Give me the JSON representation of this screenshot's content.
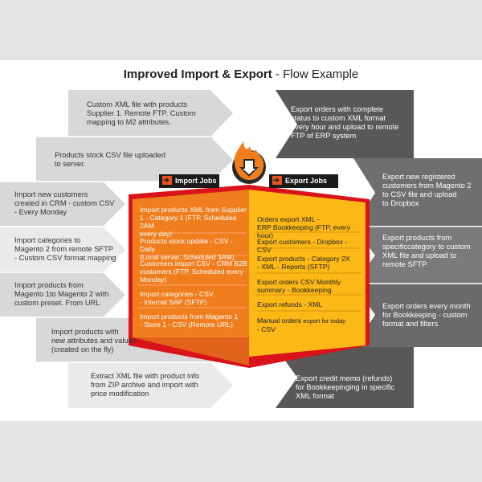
{
  "title": {
    "bold": "Improved Import & Export",
    "rest": " - Flow Example"
  },
  "labels": {
    "import_jobs": "Import Jobs",
    "export_jobs": "Export Jobs"
  },
  "colors": {
    "orange": "#f07e1e",
    "yellow": "#fbb816",
    "red": "#d8131a",
    "dark_gray": "#5c5c5c",
    "light_gray": "#d8d8d8"
  },
  "icons": {
    "logo": "flame-icon",
    "import": "arrow-in-icon",
    "export": "arrow-out-icon"
  },
  "left_items": [
    {
      "lines": [
        "Custom XML file with products",
        "Supplier 1. Remote FTP. Custom",
        "mapping to M2 attributes."
      ]
    },
    {
      "lines": [
        "Products stock CSV file uploaded",
        "to server."
      ]
    },
    {
      "lines": [
        "Import new customers",
        "created in CRM - custom CSV",
        "- Every Monday"
      ]
    },
    {
      "lines": [
        "Import categories to",
        "Magento 2 from remote SFTP",
        "- Custom CSV format mapping"
      ]
    },
    {
      "lines": [
        "Import products from",
        "Magento 1to Magento 2 with",
        "custom preset. From URL"
      ]
    },
    {
      "lines": [
        "Import products with",
        "new attributes and values",
        "(created on the fly)"
      ]
    },
    {
      "lines": [
        "Extract XML file with product info",
        "from ZIP archive and import with",
        "price modification"
      ]
    }
  ],
  "right_items": [
    {
      "lines": [
        "Export orders with complete",
        "status to custom XML format",
        "every hour and upload to remote",
        "FTP of ERP system"
      ]
    },
    {
      "lines": [
        "Export new registered",
        "customers from Magento 2",
        "to CSV file and upload",
        "to Dropbox"
      ]
    },
    {
      "lines": [
        "Export products from",
        "specificcategory to custom",
        "XML file and upload to",
        "remote SFTP"
      ]
    },
    {
      "lines": [
        "Export orders every month",
        "for Bookkeeping - custom",
        "format and filters"
      ]
    },
    {
      "lines": [
        "Export credit memo (refunds)",
        "for Bookkeepinging in specific",
        "XML format"
      ]
    }
  ],
  "import_jobs": [
    {
      "lines": [
        "Import products XML from Supplier",
        "1 - Category 1 (FTP, Scheduled 2AM",
        "every day)"
      ]
    },
    {
      "lines": [
        "Products stock update - CSV - Daily",
        "(Local server, Scheduled 3AM)"
      ]
    },
    {
      "lines": [
        "Customers import CSV - CRM B2B",
        "customers (FTP, Scheduled every",
        "Monday)"
      ]
    },
    {
      "lines": [
        "Import categories - CSV",
        "- Internal SAP (SFTP)"
      ]
    },
    {
      "lines": [
        "Import products from Magento 1",
        "- Store 1 - CSV (Remote URL)"
      ]
    }
  ],
  "export_jobs": [
    {
      "lines": [
        "Orders export XML -",
        "ERP Bookkeeping (FTP, every hour)"
      ]
    },
    {
      "lines": [
        "Export customers - Dropbox - CSV"
      ]
    },
    {
      "lines": [
        "Export products - Category 2X",
        "- XML - Reports (SFTP)"
      ]
    },
    {
      "lines": [
        "Export orders CSV Monthly",
        "summary - Bookkeeping"
      ]
    },
    {
      "lines": [
        "Export refunds - XML"
      ]
    },
    {
      "lines": [
        "Manual orders ",
        "- CSV"
      ],
      "small": "export for today"
    }
  ]
}
